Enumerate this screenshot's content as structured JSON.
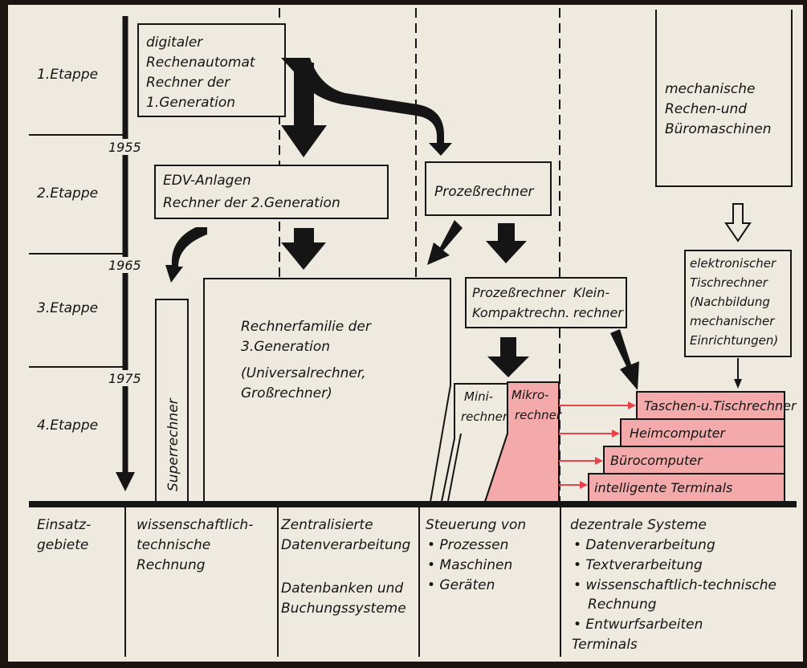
{
  "colors": {
    "paper": "#efeae0",
    "ink": "#151515",
    "accent_fill": "#f4aaaa",
    "accent_line": "#e8434b",
    "frame": "#1c1410"
  },
  "stages": [
    {
      "label": "1.Etappe"
    },
    {
      "label": "2.Etappe"
    },
    {
      "label": "3.Etappe"
    },
    {
      "label": "4.Etappe"
    }
  ],
  "years": [
    "1955",
    "1965",
    "1975"
  ],
  "boxes": {
    "digital": {
      "lines": [
        "digitaler",
        "Rechenautomat",
        "Rechner der",
        "1.Generation"
      ]
    },
    "mechanical": {
      "lines": [
        "mechanische",
        "Rechen-und",
        "Büromaschinen"
      ]
    },
    "edv": {
      "lines": [
        "EDV-Anlagen",
        "Rechner der 2.Generation"
      ]
    },
    "process": {
      "lines": [
        "Prozeßrechner"
      ]
    },
    "process_compact": {
      "lines": [
        "Prozeßrechner",
        "Kompaktrechn."
      ]
    },
    "small": {
      "lines": [
        "Klein-",
        "rechner"
      ]
    },
    "electronic": {
      "lines": [
        "elektronischer",
        "Tischrechner",
        "(Nachbildung",
        "mechanischer",
        "Einrichtungen)"
      ]
    },
    "family": {
      "lines": [
        "Rechnerfamilie der",
        "3.Generation",
        "(Universalrechner,",
        "Großrechner)"
      ]
    },
    "super": {
      "label": "Superrechner"
    },
    "mini": {
      "lines": [
        "Mini-",
        "rechner"
      ]
    },
    "micro": {
      "lines": [
        "Mikro-",
        "rechner"
      ]
    }
  },
  "steps": [
    "Taschen-u.Tischrechner",
    "Heimcomputer",
    "Bürocomputer",
    "intelligente Terminals"
  ],
  "bottom": {
    "heading": [
      "Einsatz-",
      "gebiete"
    ],
    "col1": [
      "wissenschaftlich-",
      "technische",
      "Rechnung"
    ],
    "col2a": [
      "Zentralisierte",
      "Datenverarbeitung"
    ],
    "col2b": [
      "Datenbanken und",
      "Buchungssysteme"
    ],
    "col3": [
      "Steuerung von",
      "• Prozessen",
      "• Maschinen",
      "• Geräten"
    ],
    "col4": [
      "dezentrale Systeme",
      "• Datenverarbeitung",
      "• Textverarbeitung",
      "• wissenschaftlich-technische",
      "Rechnung",
      "• Entwurfsarbeiten",
      "Terminals"
    ]
  }
}
